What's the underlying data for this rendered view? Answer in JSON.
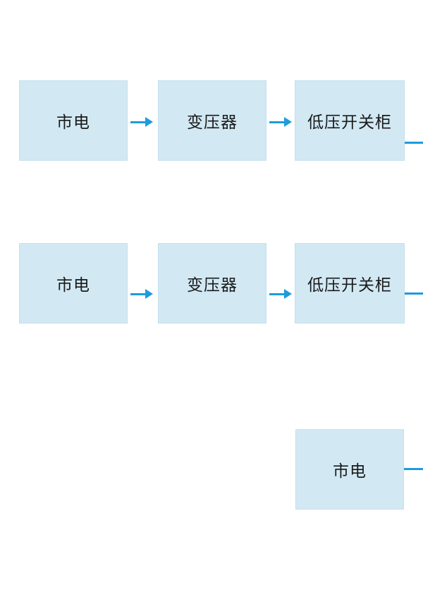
{
  "colors": {
    "box_fill": "#D2E9F4",
    "box_border": "#C3DFEE",
    "arrow": "#1E9BDE",
    "text": "#1A1A1A",
    "background": "#FFFFFF"
  },
  "diagram": {
    "type": "flowchart",
    "rows": [
      {
        "nodes": [
          {
            "label": "市电"
          },
          {
            "label": "变压器"
          },
          {
            "label": "低压开关柜"
          }
        ],
        "continues_right": true
      },
      {
        "nodes": [
          {
            "label": "市电"
          },
          {
            "label": "变压器"
          },
          {
            "label": "低压开关柜"
          }
        ],
        "continues_right": true
      },
      {
        "nodes": [
          {
            "label": "市电"
          }
        ],
        "continues_right": true
      }
    ]
  }
}
